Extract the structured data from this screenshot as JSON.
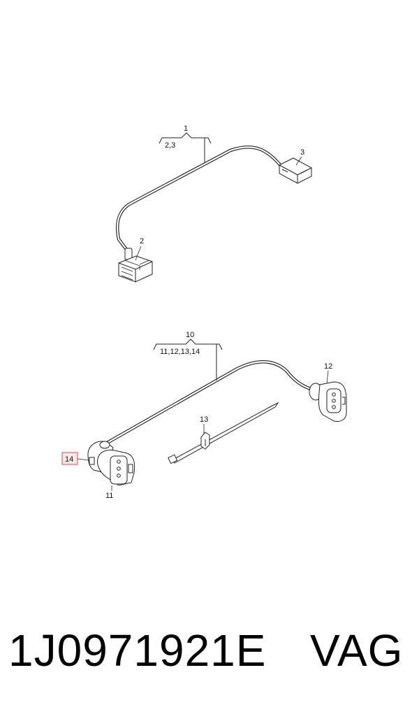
{
  "callouts": {
    "c1": "1",
    "c1_sub": "2,3",
    "c2": "2",
    "c3": "3",
    "c10": "10",
    "c10_sub": "11,12,13,14",
    "c11": "11",
    "c12": "12",
    "c13": "13",
    "c14": "14"
  },
  "highlight_color": "#e04848",
  "footer": {
    "part_number": "1J0971921E",
    "brand": "VAG"
  }
}
